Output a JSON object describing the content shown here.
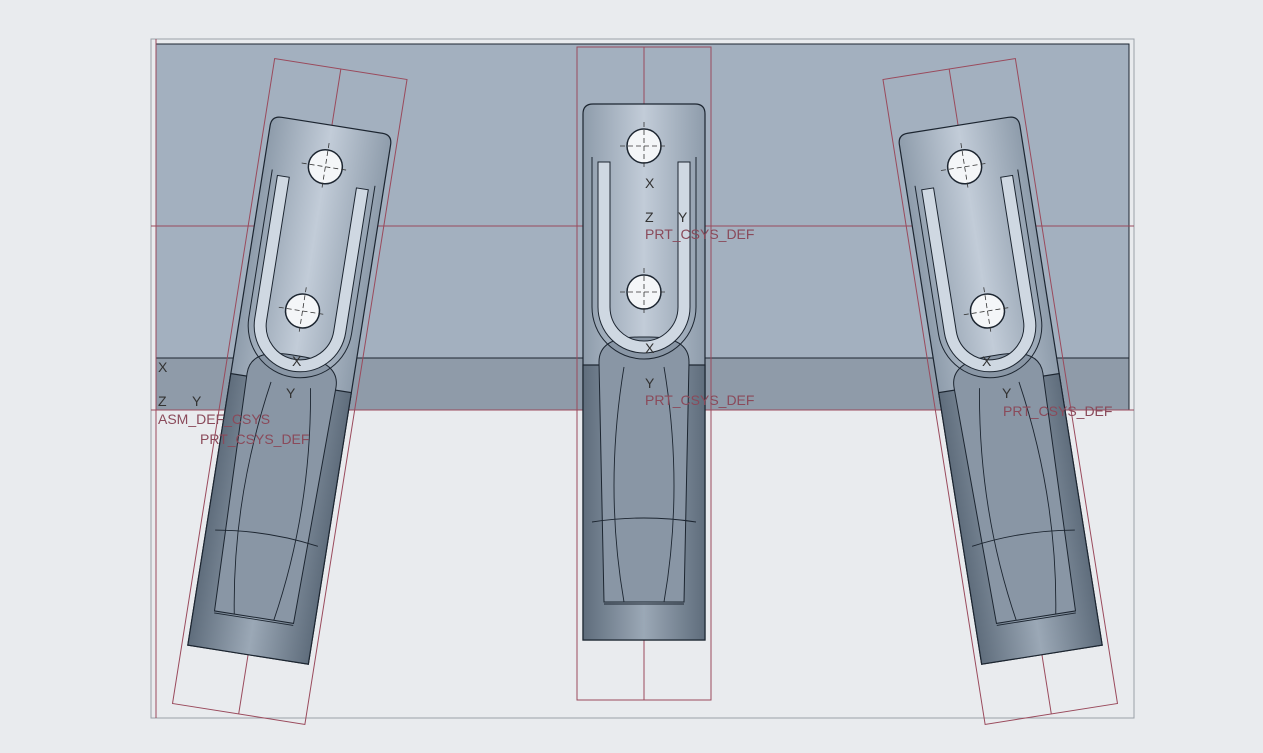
{
  "viewport": {
    "datum_labels": {
      "asm_csys": "ASM_DEF_CSYS",
      "left_part_csys": "PRT_CSYS_DEF",
      "center_part_csys_top": "PRT_CSYS_DEF",
      "center_part_csys_bottom": "PRT_CSYS_DEF",
      "right_part_csys": "PRT_CSYS_DEF"
    },
    "axis_letters": {
      "x": "X",
      "y": "Y",
      "z": "Z"
    },
    "colors": {
      "background": "#e9ebee",
      "block": "#a3b0bf",
      "block_lower": "#8f9ba9",
      "part_light": "#b3c0ce",
      "part_dark": "#7d8b9a",
      "datum": "#9a4a5c",
      "edge": "#1c2530"
    }
  }
}
